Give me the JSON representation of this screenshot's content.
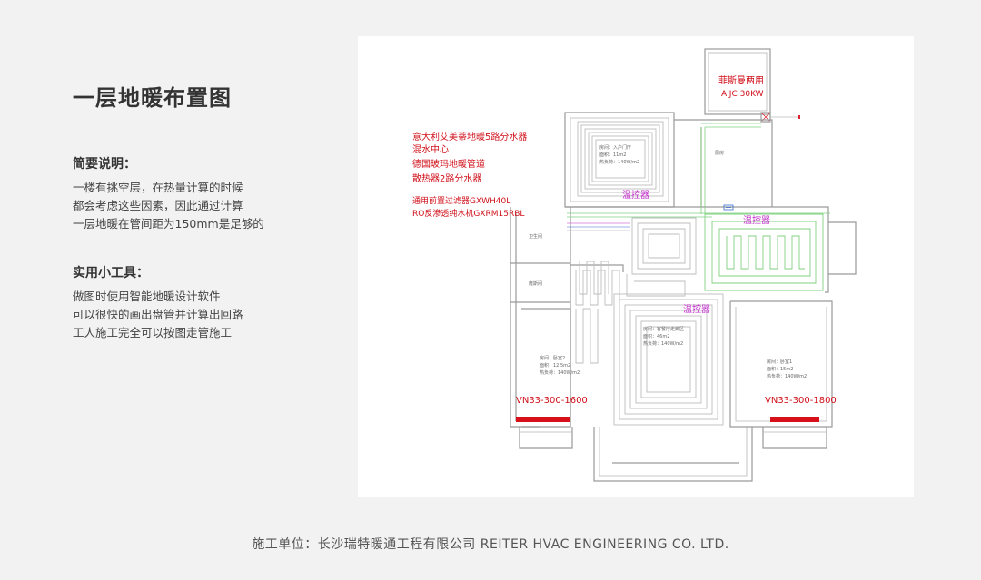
{
  "title": "一层地暖布置图",
  "notes": {
    "heading": "简要说明：",
    "lines": [
      "一楼有挑空层，在热量计算的时候",
      "都会考虑这些因素，因此通过计算",
      "一层地暖在管间距为150mm是足够的"
    ]
  },
  "tools": {
    "heading": "实用小工具：",
    "lines": [
      "做图时使用智能地暖设计软件",
      "可以很快的画出盘管并计算出回路",
      "工人施工完全可以按图走管施工"
    ]
  },
  "plan": {
    "boiler_label_1": "菲斯曼两用",
    "boiler_label_2": "AIJC 30KW",
    "equipment": [
      "意大利艾美蒂地暖5路分水器",
      "混水中心",
      "德国玻玛地暖管道",
      "散热器2路分水器"
    ],
    "filters": [
      "通用前置过滤器GXWH40L",
      "RO反渗透纯水机GXRM15RBL"
    ],
    "thermostat": "温控器",
    "radiator_left": "VN33-300-1600",
    "radiator_right": "VN33-300-1800",
    "rooms": {
      "entry": [
        "房间：入户门厅",
        "面积：11m2",
        "热负荷：140W/m2"
      ],
      "kitchen": "厨房",
      "bath": "卫生间",
      "room_small": "庞斯间",
      "living": [
        "房间：客餐厅走廊区",
        "面积：46m2",
        "热负荷：140W/m2"
      ],
      "bed2": [
        "房间：卧室2",
        "面积：12.5m2",
        "热负荷：140W/m2"
      ],
      "bed1": [
        "房间：卧室1",
        "面积：15m2",
        "热负荷：140W/m2"
      ]
    },
    "colors": {
      "equipment_text": "#d0101a",
      "thermostat_text": "#c02bc8",
      "radiator": "#d8101a",
      "pipe_green": "#7fd07f"
    }
  },
  "footer": "施工单位：长沙瑞特暖通工程有限公司 REITER HVAC ENGINEERING CO. LTD."
}
